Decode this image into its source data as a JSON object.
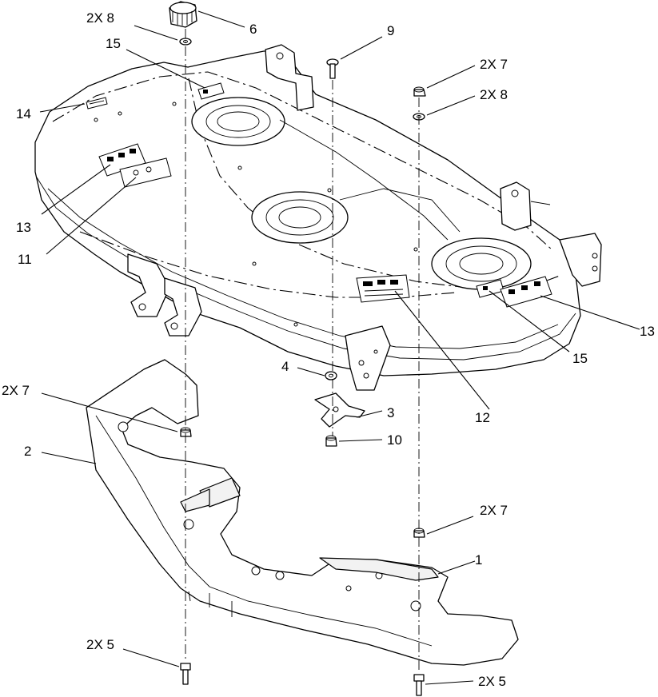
{
  "callouts": [
    {
      "id": "c-2x8-top",
      "label": "2X 8"
    },
    {
      "id": "c-6",
      "label": "6"
    },
    {
      "id": "c-9",
      "label": "9"
    },
    {
      "id": "c-15-top",
      "label": "15"
    },
    {
      "id": "c-2x7-right",
      "label": "2X 7"
    },
    {
      "id": "c-2x8-right",
      "label": "2X 8"
    },
    {
      "id": "c-14",
      "label": "14"
    },
    {
      "id": "c-13-left",
      "label": "13"
    },
    {
      "id": "c-11",
      "label": "11"
    },
    {
      "id": "c-13-right",
      "label": "13"
    },
    {
      "id": "c-15-right",
      "label": "15"
    },
    {
      "id": "c-12",
      "label": "12"
    },
    {
      "id": "c-4",
      "label": "4"
    },
    {
      "id": "c-3",
      "label": "3"
    },
    {
      "id": "c-10",
      "label": "10"
    },
    {
      "id": "c-2x7-left",
      "label": "2X 7"
    },
    {
      "id": "c-2",
      "label": "2"
    },
    {
      "id": "c-2x7-lower",
      "label": "2X 7"
    },
    {
      "id": "c-1",
      "label": "1"
    },
    {
      "id": "c-2x5-left",
      "label": "2X 5"
    },
    {
      "id": "c-2x5-right",
      "label": "2X 5"
    }
  ]
}
